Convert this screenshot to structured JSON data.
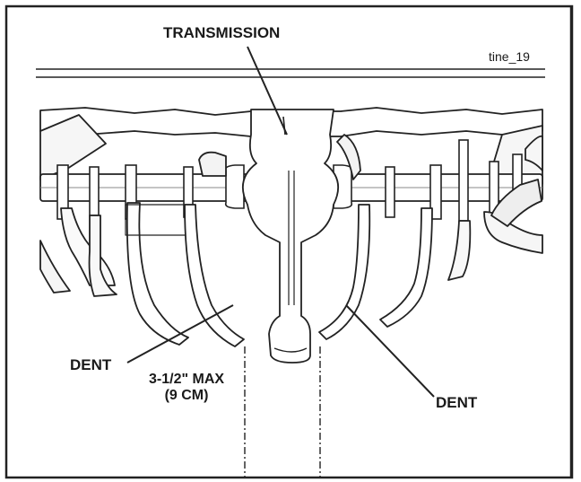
{
  "labels": {
    "transmission": "TRANSMISSION",
    "figure_tag": "tine_19",
    "dent_left": "DENT",
    "max_line1": "3-1/2\" MAX",
    "max_line2": "(9 CM)",
    "dent_right": "DENT"
  },
  "colors": {
    "line": "#222222",
    "fill": "#ffffff",
    "shade": "#f3f3f3",
    "background": "#ffffff"
  }
}
